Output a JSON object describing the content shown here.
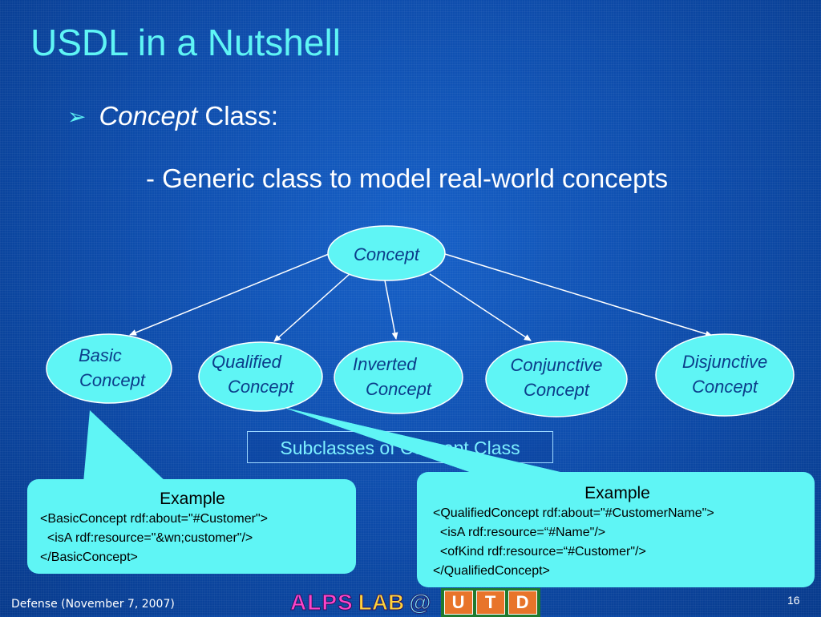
{
  "slide": {
    "title": "USDL in a Nutshell",
    "bullet_term": "Concept",
    "bullet_rest": "Class:",
    "subline": "- Generic class to model real-world concepts",
    "subclasses_label": "Subclasses of Concept Class"
  },
  "nodes": {
    "root": "Concept",
    "basic": [
      "Basic",
      "Concept"
    ],
    "qualified": [
      "Qualified",
      "Concept"
    ],
    "inverted": [
      "Inverted",
      "Concept"
    ],
    "conjunctive": [
      "Conjunctive",
      "Concept"
    ],
    "disjunctive": [
      "Disjunctive",
      "Concept"
    ]
  },
  "example_left": {
    "head": "Example",
    "lines": [
      "<BasicConcept rdf:about=\"#Customer\">",
      "  <isA rdf:resource=\"&wn;customer\"/>",
      "</BasicConcept>"
    ]
  },
  "example_right": {
    "head": "Example",
    "lines": [
      "<QualifiedConcept rdf:about=\"#CustomerName\">",
      "  <isA rdf:resource=“#Name\"/>",
      "  <ofKind rdf:resource=“#Customer\"/>",
      "</QualifiedConcept>"
    ]
  },
  "footer": {
    "left": "Defense (November 7, 2007)",
    "page": "16",
    "logo_alps": "ALPS",
    "logo_lab": "LAB",
    "logo_at": "@",
    "logo_utd": [
      "U",
      "T",
      "D"
    ]
  },
  "colors": {
    "accent": "#5ff5f5",
    "node_fill": "#5ff5f5",
    "node_text": "#0b3c8a"
  }
}
